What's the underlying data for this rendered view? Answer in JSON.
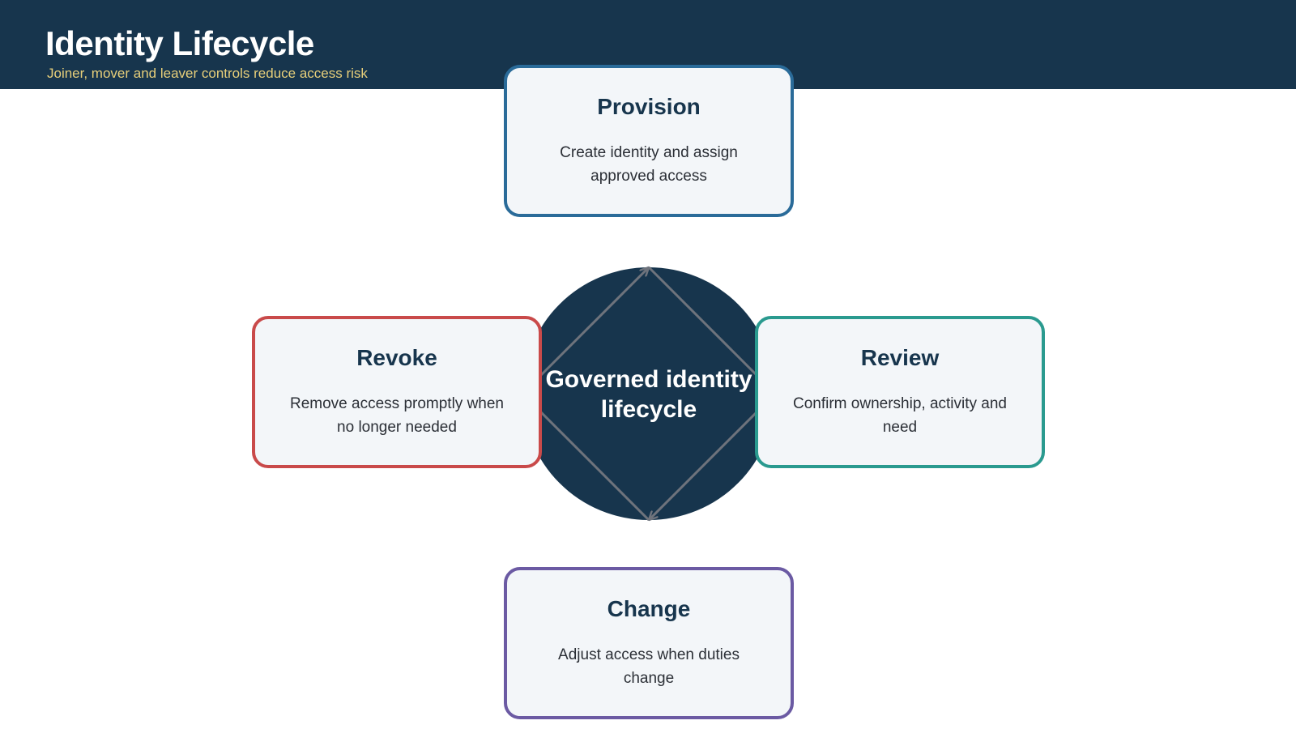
{
  "header": {
    "title": "Identity Lifecycle",
    "subtitle": "Joiner, mover and leaver controls reduce access risk"
  },
  "hub": {
    "label": "Governed identity lifecycle",
    "color": "#17354d"
  },
  "stages": [
    {
      "id": "provision",
      "title": "Provision",
      "description": "Create identity and assign approved access",
      "border_color": "#2a6b99"
    },
    {
      "id": "review",
      "title": "Review",
      "description": "Confirm ownership, activity and need",
      "border_color": "#2a9a8f"
    },
    {
      "id": "change",
      "title": "Change",
      "description": "Adjust access when duties change",
      "border_color": "#6b5aa3"
    },
    {
      "id": "revoke",
      "title": "Revoke",
      "description": "Remove access promptly when no longer needed",
      "border_color": "#c94a4a"
    }
  ],
  "connector_color": "#6e737c"
}
